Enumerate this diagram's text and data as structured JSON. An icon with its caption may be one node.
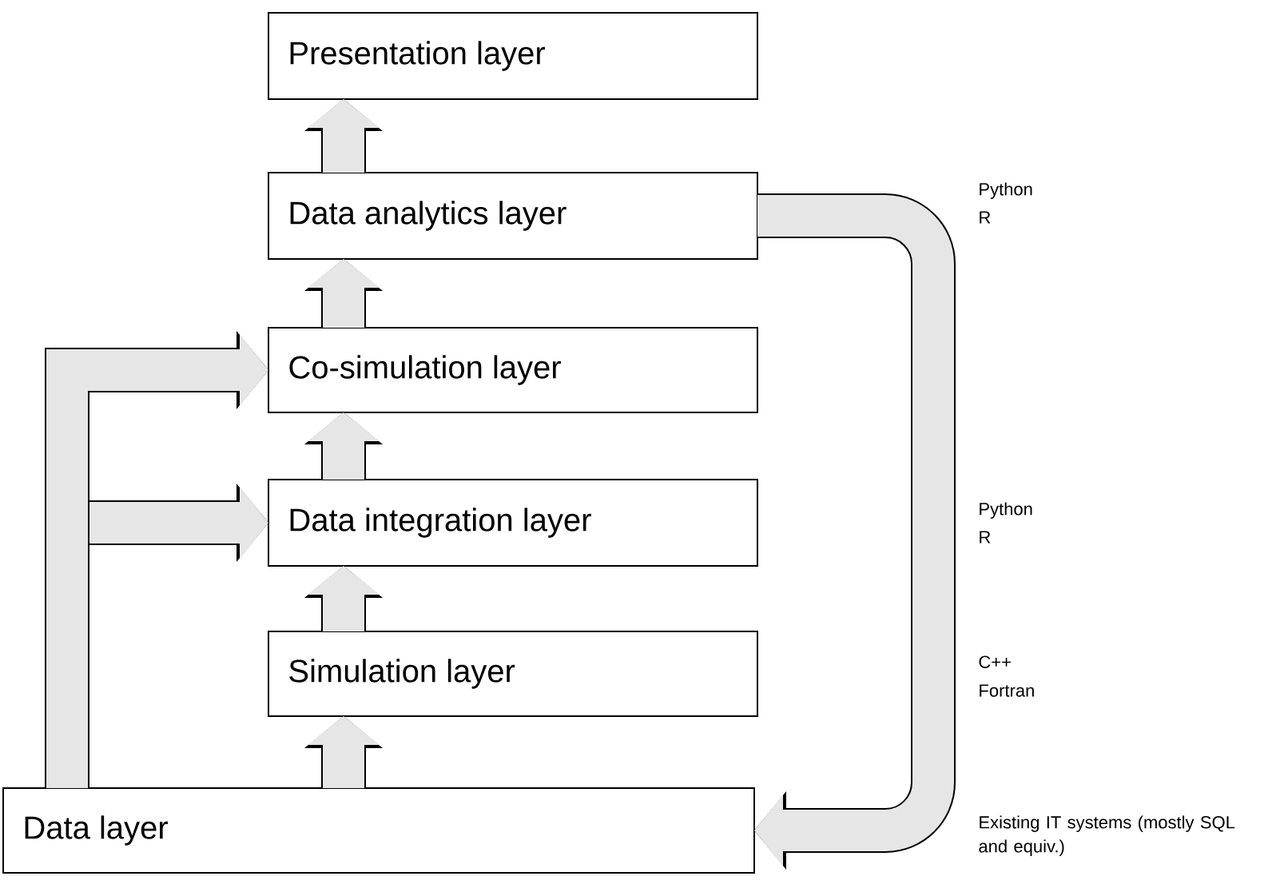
{
  "diagram": {
    "nodes": [
      {
        "text": [
          "Presentation layer"
        ]
      },
      {
        "text": [
          "Data analytics layer"
        ]
      },
      {
        "text": [
          "Co-simulation layer"
        ]
      },
      {
        "text": [
          "Data integration layer"
        ]
      },
      {
        "text": [
          "Simulation layer"
        ]
      },
      {
        "text": [
          "Data layer"
        ]
      }
    ],
    "edges": [
      {
        "from": 5,
        "to": 4,
        "arrow": "to"
      },
      {
        "from": 4,
        "to": 3,
        "arrow": "to"
      },
      {
        "from": 3,
        "to": 2,
        "arrow": "to"
      },
      {
        "from": 2,
        "to": 1,
        "arrow": "to"
      },
      {
        "from": 1,
        "to": 0,
        "arrow": "to"
      },
      {
        "from": 5,
        "to": 3,
        "arrow": "to"
      },
      {
        "from": 5,
        "to": 2,
        "arrow": "to"
      },
      {
        "from": 1,
        "to": 5,
        "arrow": "to"
      }
    ],
    "labels": [
      "Python",
      "R",
      "Python",
      "R",
      "C++",
      "Fortran",
      "Existing IT systems (mostly SQL and equiv.)"
    ]
  }
}
